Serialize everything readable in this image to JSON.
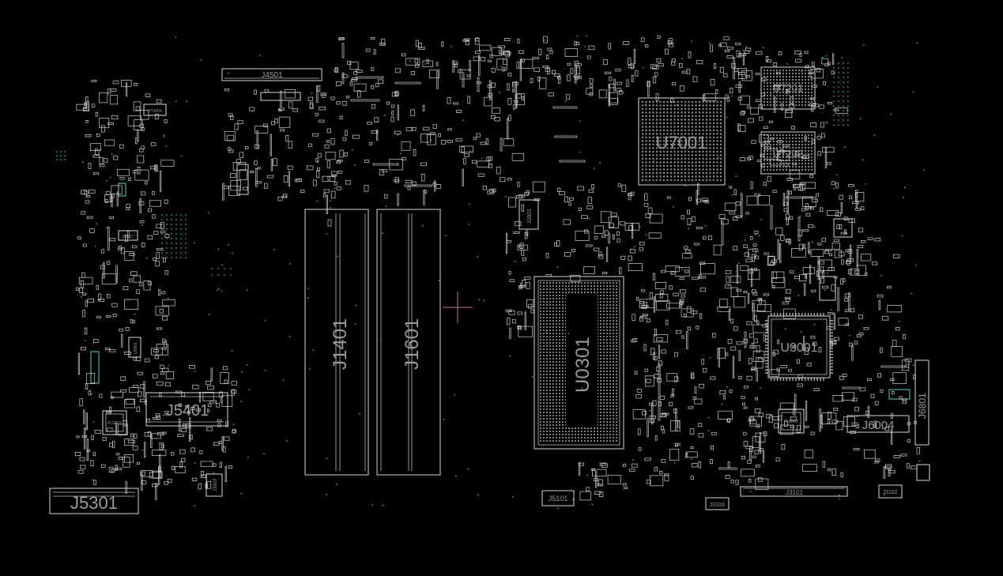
{
  "board": {
    "background": "#000000",
    "outline_color": "#d8d8d8",
    "label_color": "#9a9a9a",
    "via_color": "#2aa7a7",
    "cursor_color": "#c87878"
  },
  "labels": {
    "J4501": "J4501",
    "U7201": "U7201",
    "U7001": "U7001",
    "U7202": "U7202",
    "J1401": "J1401",
    "J1601": "J1601",
    "U0301": "U0301",
    "U3001": "U3001",
    "J5401": "J5401",
    "J5301": "J5301",
    "J6004": "J6004",
    "J6801": "J6801",
    "J5101": "J5101",
    "J3101": "J3101",
    "J3103": "J3103",
    "J3102": "J3102",
    "J3802": "J3802",
    "J2801": "J2801",
    "PT5004": "PT5004",
    "U5307": "U5307",
    "U5501": "U5501",
    "PU3601": "PU3601",
    "PU8002": "PU8002"
  }
}
